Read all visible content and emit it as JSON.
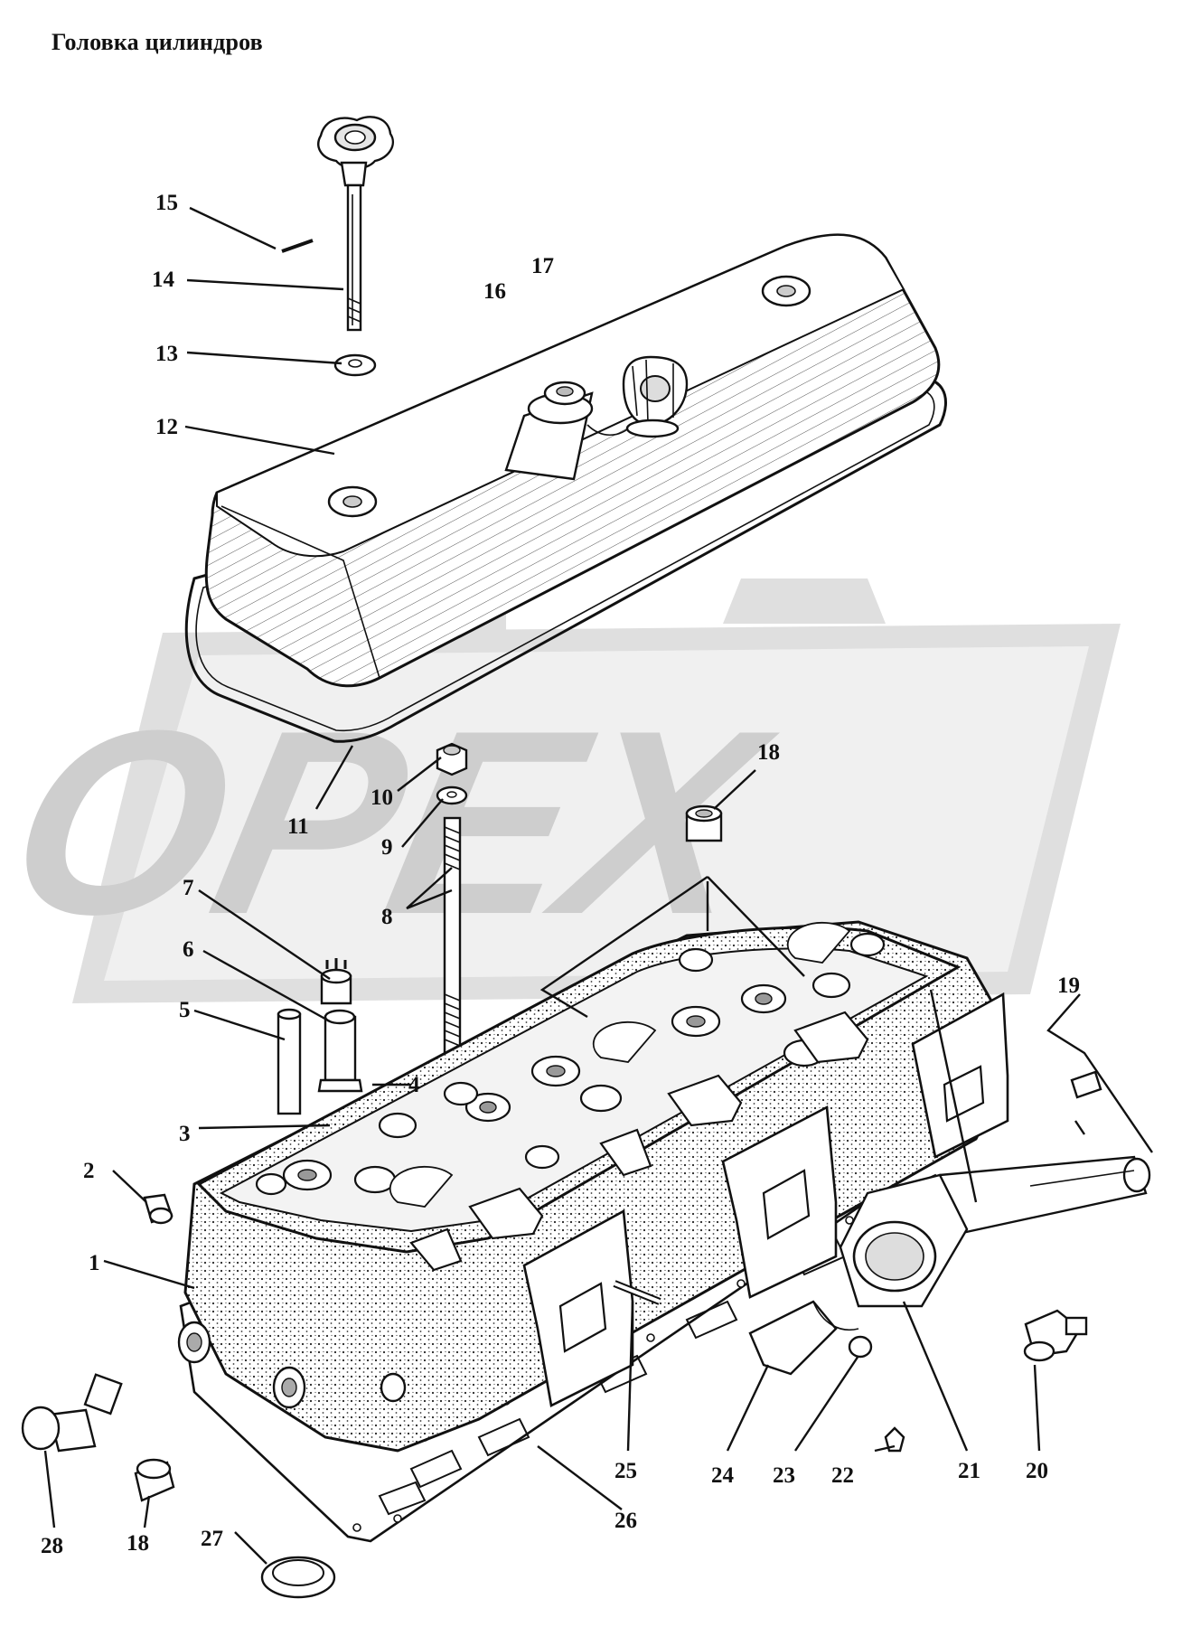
{
  "title": "Головка цилиндров",
  "watermark": "OPEX",
  "callouts": [
    "1",
    "2",
    "3",
    "4",
    "5",
    "6",
    "7",
    "8",
    "9",
    "10",
    "11",
    "12",
    "13",
    "14",
    "15",
    "16",
    "17",
    "18",
    "18",
    "19",
    "20",
    "21",
    "22",
    "23",
    "24",
    "25",
    "26",
    "27",
    "28"
  ],
  "colors": {
    "line": "#111111",
    "watermark": "#cfcfcf",
    "part_fill": "#ffffff",
    "shade": "#e3e3e3"
  }
}
